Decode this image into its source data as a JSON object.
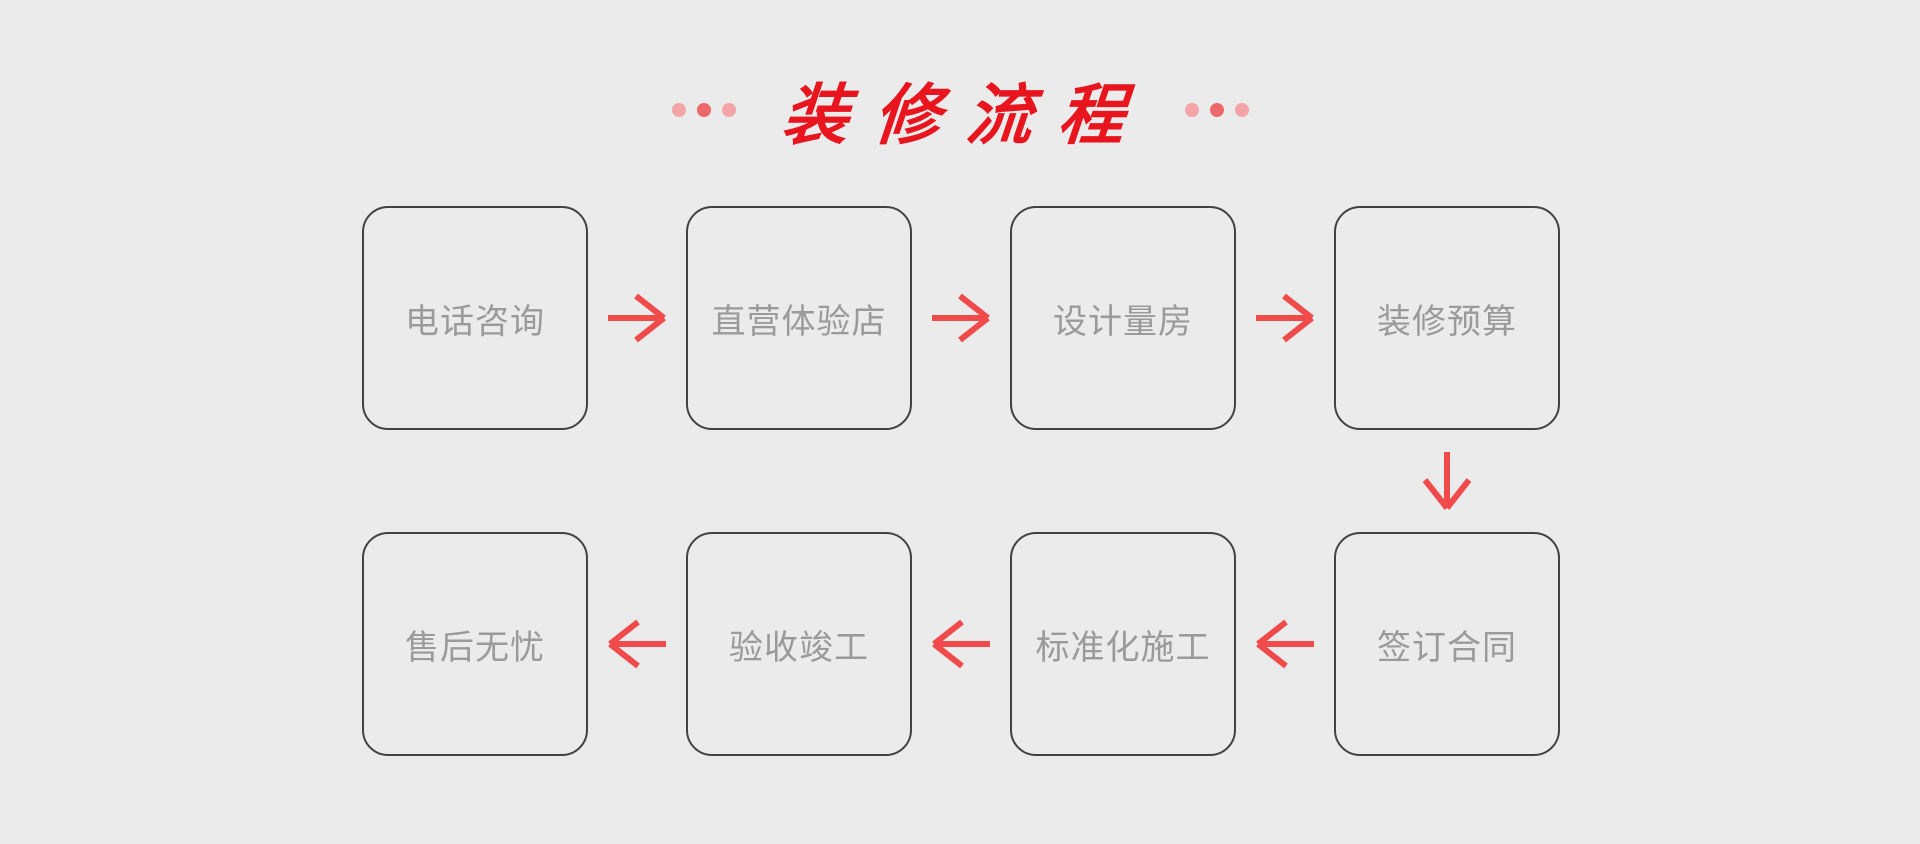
{
  "page": {
    "background": "#ebebeb"
  },
  "header": {
    "title": "装修流程",
    "title_color": "#e8141e",
    "dots": {
      "colors": [
        "#f2a4a7",
        "#ec686b",
        "#f2a4a7"
      ]
    }
  },
  "flow": {
    "box_border_color": "#424242",
    "box_text_color": "#9a9a9a",
    "arrow_color": "#f04a4a",
    "row1": {
      "direction": "right",
      "steps": [
        {
          "label": "电话咨询"
        },
        {
          "label": "直营体验店"
        },
        {
          "label": "设计量房"
        },
        {
          "label": "装修预算"
        }
      ]
    },
    "connector": {
      "direction": "down"
    },
    "row2": {
      "direction": "left",
      "steps": [
        {
          "label": "售后无忧"
        },
        {
          "label": "验收竣工"
        },
        {
          "label": "标准化施工"
        },
        {
          "label": "签订合同"
        }
      ]
    }
  }
}
